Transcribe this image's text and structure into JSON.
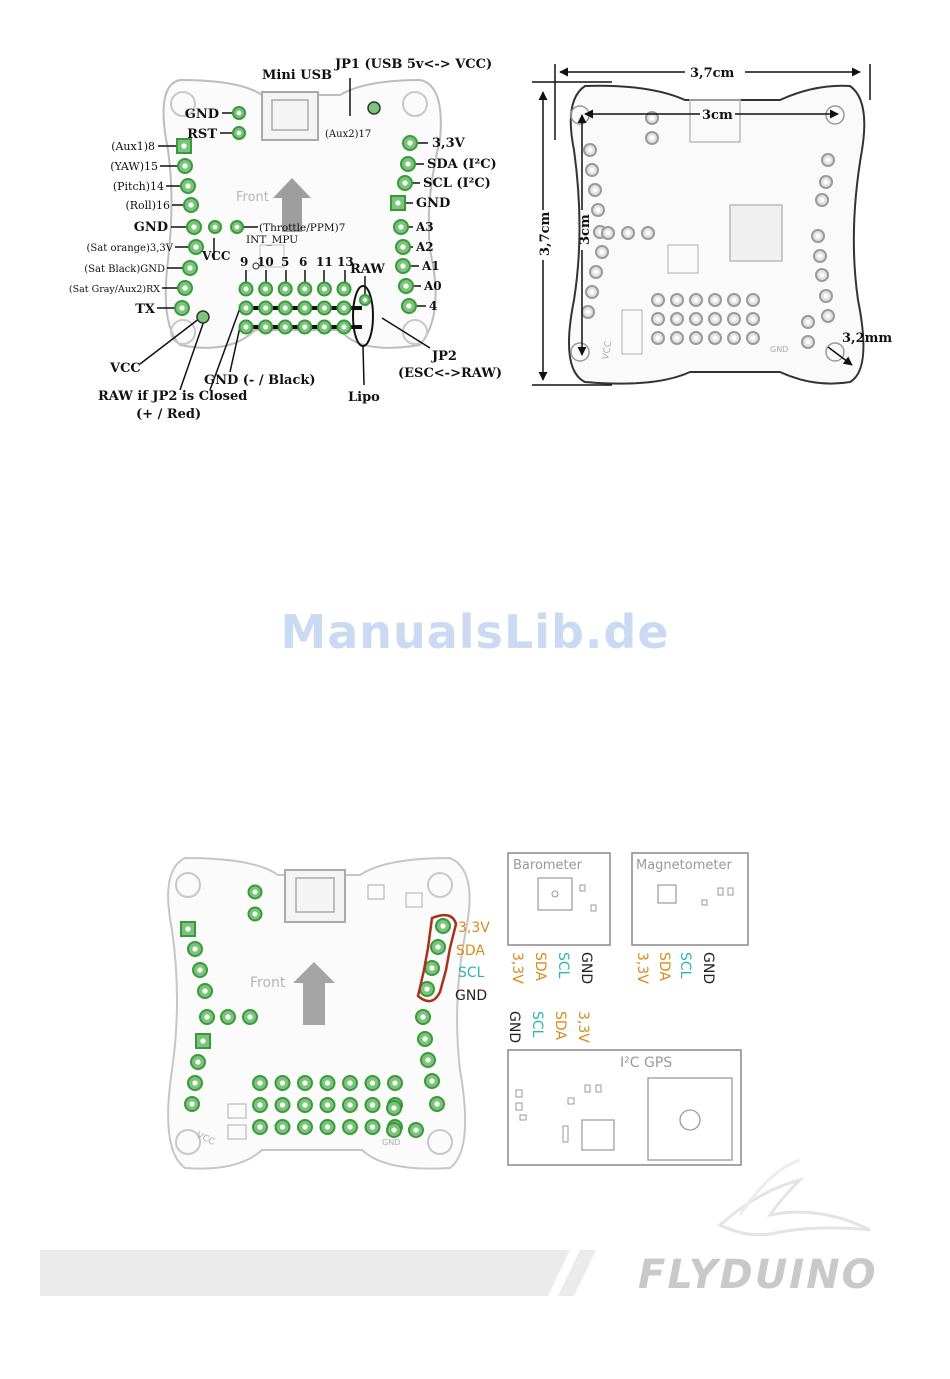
{
  "watermark": "ManualsLib.de",
  "brand": "FLYDUINO",
  "colors": {
    "pad": "#3a9a3a",
    "padRing": "#7bc47b",
    "board": "#cfcfcf",
    "accent_orange": "#d98a1e",
    "accent_cyan": "#2ab7b0",
    "outline_red": "#a8311d",
    "watermark": "#c9daf2"
  },
  "pinout": {
    "mini_usb": "Mini USB",
    "jp1": "JP1 (USB 5v<-> VCC)",
    "aux2": "(Aux2)17",
    "front": "Front",
    "left_labels": [
      "GND",
      "RST",
      "(Aux1)8",
      "(YAW)15",
      "(Pitch)14",
      "(Roll)16",
      "GND",
      "(Sat orange)3,3V",
      "(Sat Black)GND",
      "(Sat Gray/Aux2)RX",
      "TX"
    ],
    "vcc_inner": "VCC",
    "throttle": "(Throttle/PPM)7",
    "int_mpu": "INT_MPU",
    "header_numbers": [
      "9",
      "10",
      "5",
      "6",
      "11",
      "13"
    ],
    "raw": "RAW",
    "right_labels": [
      "3,3V",
      "SDA (I²C)",
      "SCL (I²C)",
      "GND",
      "A3",
      "A2",
      "A1",
      "A0",
      "4"
    ],
    "vcc_bottom": "VCC",
    "raw_jp2": "RAW if JP2 is Closed",
    "plus_red": "(+ / Red)",
    "gnd_black": "GND (- / Black)",
    "lipo": "Lipo",
    "jp2": "JP2",
    "esc_raw": "(ESC<->RAW)"
  },
  "dimensions": {
    "outer_width": "3,7cm",
    "inner_width": "3cm",
    "outer_height": "3,7cm",
    "inner_height": "3cm",
    "hole": "3,2mm",
    "vcc": "VCC",
    "gnd": "GND"
  },
  "i2c": {
    "board_labels": [
      "3,3V",
      "SDA",
      "SCL",
      "GND"
    ],
    "front": "Front",
    "vcc": "VCC",
    "gnd": "GND",
    "barometer": "Barometer",
    "magnetometer": "Magnetometer",
    "gps": "I²C GPS",
    "sensor_pins": [
      "3,3V",
      "SDA",
      "SCL",
      "GND"
    ],
    "gps_pins": [
      "GND",
      "SCL",
      "SDA",
      "3,3V"
    ]
  }
}
